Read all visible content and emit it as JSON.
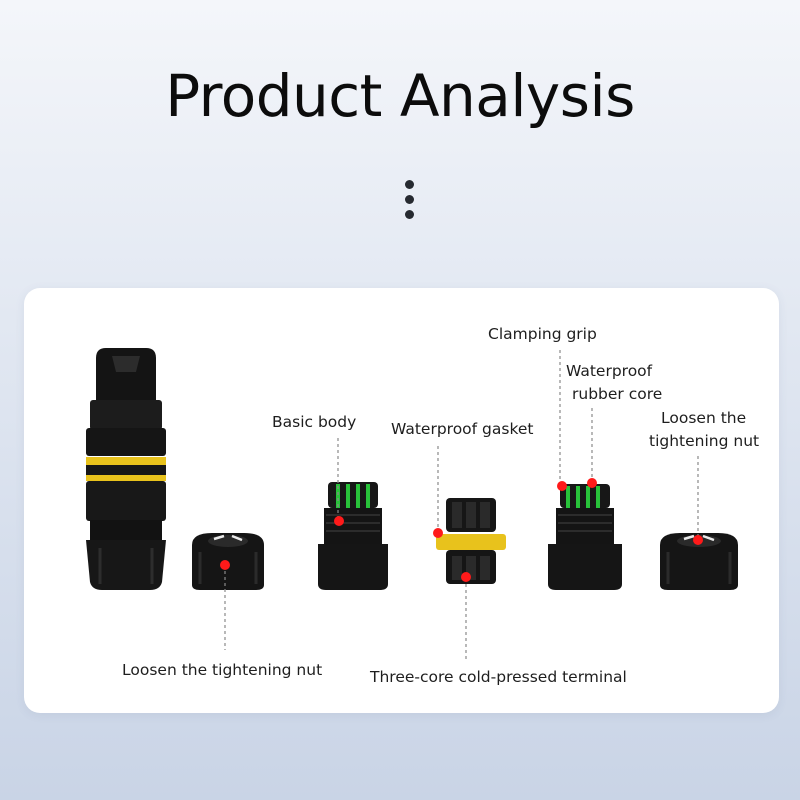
{
  "page": {
    "title": "Product Analysis",
    "dot_color": "#262a30"
  },
  "diagram": {
    "background": "#ffffff",
    "part_color": "#141414",
    "accent_yellow": "#e8c21c",
    "accent_green": "#28c23a",
    "marker_color": "#ff1a1a",
    "labels": {
      "clamping_grip": "Clamping grip",
      "rubber_core_line1": "Waterproof",
      "rubber_core_line2": "rubber core",
      "loosen_nut_right_line1": "Loosen the",
      "loosen_nut_right_line2": "tightening nut",
      "basic_body": "Basic body",
      "waterproof_gasket": "Waterproof gasket",
      "loosen_nut_left": "Loosen the tightening nut",
      "terminal": "Three-core cold-pressed terminal"
    }
  }
}
